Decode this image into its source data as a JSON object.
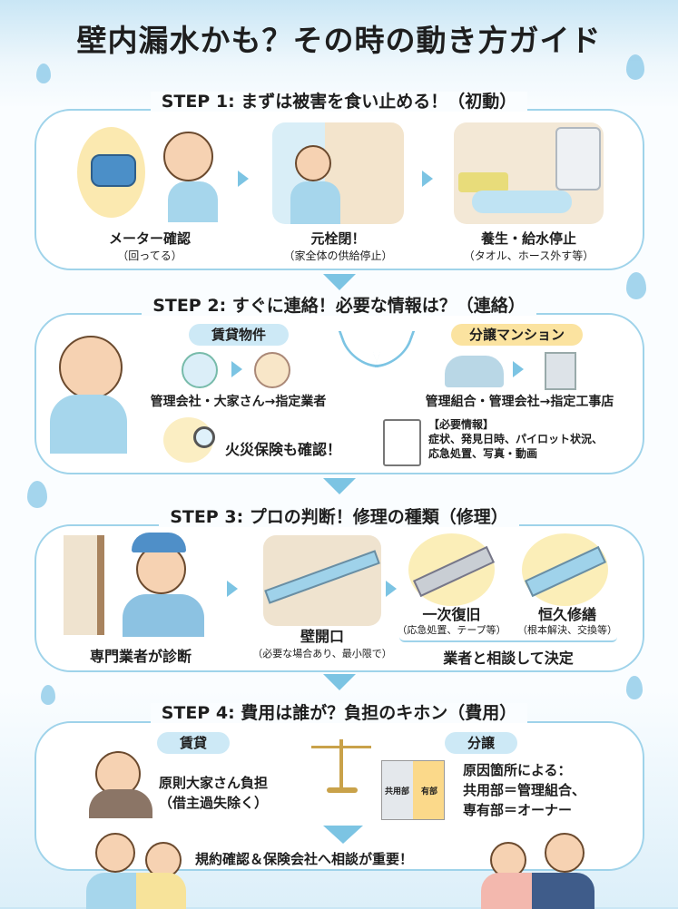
{
  "title": "壁内漏水かも？その時の動き方ガイド",
  "colors": {
    "accent": "#7cc4e3",
    "border": "#9fd3ea",
    "pill_blue": "#cde9f6",
    "pill_yellow": "#fbe3a0"
  },
  "step1": {
    "header": "STEP 1: まずは被害を食い止める！（初動）",
    "items": [
      {
        "label": "メーター確認",
        "sub": "（回ってる）",
        "icon": "water-meter-icon"
      },
      {
        "label": "元栓閉！",
        "sub": "（家全体の供給停止）",
        "icon": "main-valve-icon"
      },
      {
        "label": "養生・給水停止",
        "sub": "（タオル、ホース外す等）",
        "icon": "washing-machine-towel-icon"
      }
    ]
  },
  "step2": {
    "header": "STEP 2: すぐに連絡！必要な情報は？（連絡）",
    "rental": {
      "pill": "賃貸物件",
      "flow": "管理会社・大家さん→指定業者"
    },
    "condo": {
      "pill": "分譲マンション",
      "flow": "管理組合・管理会社→指定工事店"
    },
    "insurance": "火災保険も確認！",
    "info_title": "【必要情報】",
    "info_line1": "症状、発見日時、パイロット状況、",
    "info_line2": "応急処置、写真・動画"
  },
  "step3": {
    "header": "STEP 3: プロの判断！修理の種類（修理）",
    "diagnose": "専門業者が診断",
    "wall": "壁開口",
    "wall_sub": "（必要な場合あり、最小限で）",
    "temp": "一次復旧",
    "temp_sub": "（応急処置、テープ等）",
    "perm": "恒久修繕",
    "perm_sub": "（根本解決、交換等）",
    "decide": "業者と相談して決定"
  },
  "step4": {
    "header": "STEP 4: 費用は誰が？負担のキホン（費用）",
    "rental_pill": "賃貸",
    "rental_line1": "原則大家さん負担",
    "rental_line2": "（借主過失除く）",
    "condo_pill": "分譲",
    "building_common": "共用部",
    "building_private": "有部",
    "condo_line1": "原因箇所による：",
    "condo_line2": "共用部＝管理組合、",
    "condo_line3": "専有部＝オーナー",
    "conclusion": "規約確認＆保険会社へ相談が重要！"
  }
}
